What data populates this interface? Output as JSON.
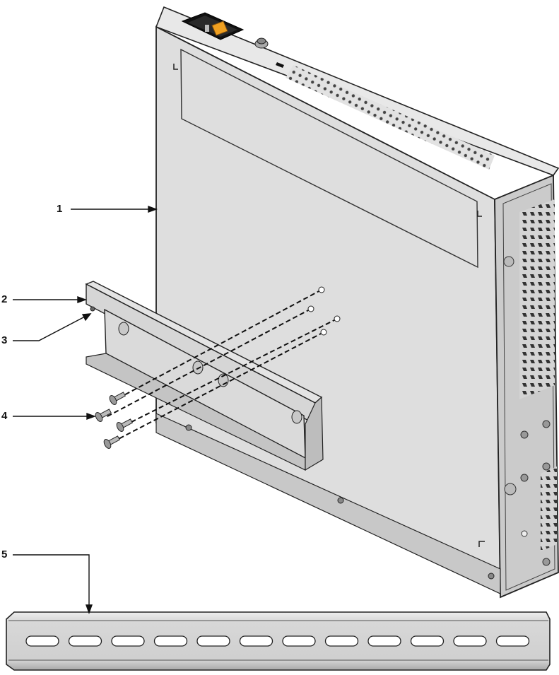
{
  "callouts": [
    {
      "id": "1",
      "label": "1"
    },
    {
      "id": "2",
      "label": "2"
    },
    {
      "id": "3",
      "label": "3"
    },
    {
      "id": "4",
      "label": "4"
    },
    {
      "id": "5",
      "label": "5"
    }
  ],
  "colors": {
    "chassis_front": "#dddddd",
    "chassis_side": "#c9c9c9",
    "chassis_top": "#e6e6e6",
    "outline": "#222222",
    "power_socket": "#1a1a1a",
    "fuse_orange": "#f0a020",
    "rail": "#d0d0d0",
    "slot": "#ffffff"
  },
  "icons": {
    "power_inlet": "power-inlet-icon",
    "ground_screw": "ground-screw-icon",
    "mounting_screw": "mounting-screw-icon"
  }
}
